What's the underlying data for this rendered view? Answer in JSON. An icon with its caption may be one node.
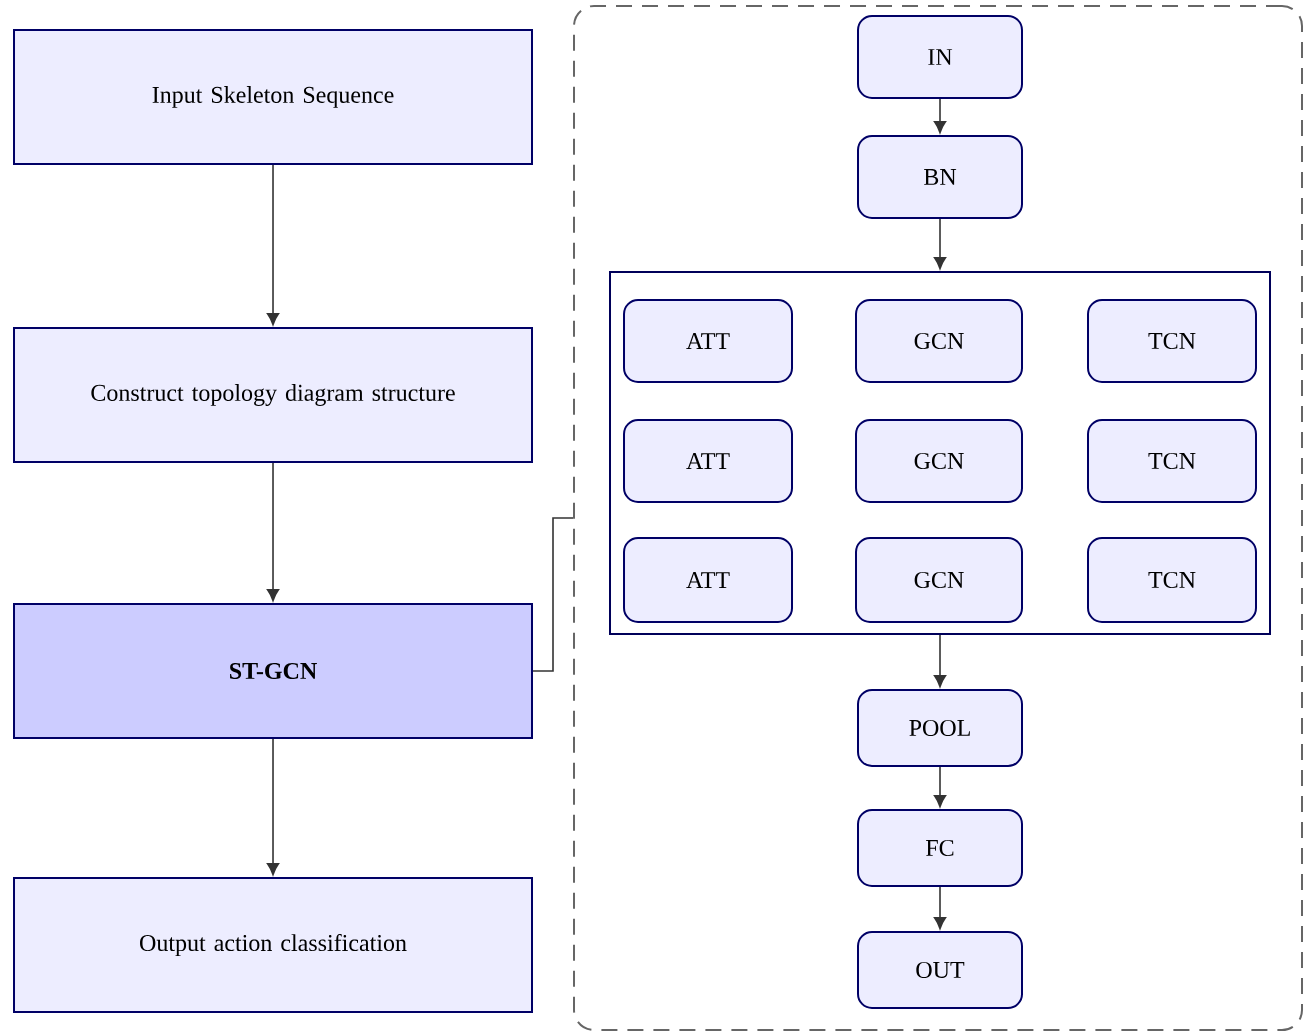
{
  "diagram": {
    "nodes": [
      {
        "text": [
          "Input Skeleton Sequence"
        ]
      },
      {
        "text": [
          "Construct topology diagram structure"
        ]
      },
      {
        "text": [
          "ST-GCN"
        ]
      },
      {
        "text": [
          "Output action classification"
        ]
      },
      {
        "text": [],
        "shape": "box"
      },
      {
        "text": [
          "IN"
        ],
        "in": 4
      },
      {
        "text": [
          "BN"
        ],
        "in": 4
      },
      {
        "text": [],
        "shape": "box",
        "in": 4
      },
      {
        "text": [
          "ATT"
        ],
        "in": 7
      },
      {
        "text": [
          "GCN"
        ],
        "in": 7
      },
      {
        "text": [
          "TCN"
        ],
        "in": 7
      },
      {
        "text": [
          "ATT"
        ],
        "in": 7
      },
      {
        "text": [
          "GCN"
        ],
        "in": 7
      },
      {
        "text": [
          "TCN"
        ],
        "in": 7
      },
      {
        "text": [
          "ATT"
        ],
        "in": 7
      },
      {
        "text": [
          "GCN"
        ],
        "in": 7
      },
      {
        "text": [
          "TCN"
        ],
        "in": 7
      },
      {
        "text": [
          "POOL"
        ],
        "in": 4
      },
      {
        "text": [
          "FC"
        ],
        "in": 4
      },
      {
        "text": [
          "OUT"
        ],
        "in": 4
      }
    ],
    "edges": [
      {
        "from": 0,
        "to": 1,
        "arrow": "to"
      },
      {
        "from": 1,
        "to": 2,
        "arrow": "to"
      },
      {
        "from": 2,
        "to": 3,
        "arrow": "to"
      },
      {
        "from": 2,
        "to": 4,
        "arrow": "none"
      },
      {
        "from": 5,
        "to": 6,
        "arrow": "to"
      },
      {
        "from": 6,
        "to": 7,
        "arrow": "to"
      },
      {
        "from": 7,
        "to": 17,
        "arrow": "to"
      },
      {
        "from": 17,
        "to": 18,
        "arrow": "to"
      },
      {
        "from": 18,
        "to": 19,
        "arrow": "to"
      }
    ]
  }
}
